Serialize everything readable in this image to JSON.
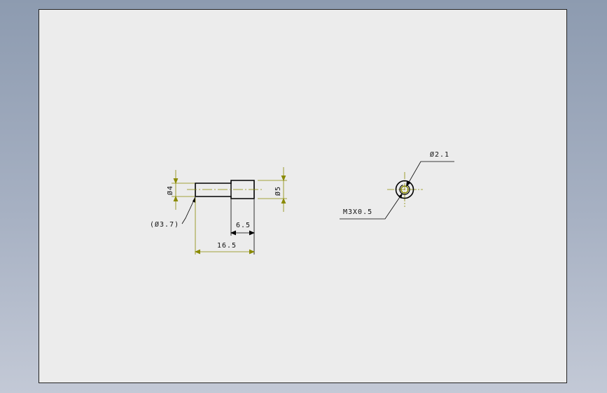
{
  "drawing": {
    "side_view": {
      "dia_small": "Ø4",
      "dia_large": "Ø5",
      "ref_dia": "(Ø3.7)",
      "len_head": "6.5",
      "len_total": "16.5"
    },
    "end_view": {
      "hole_dia": "Ø2.1",
      "thread": "M3X0.5"
    }
  },
  "colors": {
    "sheet": "#ececec",
    "outline": "#000000",
    "dimension": "#8a8a00",
    "text": "#111111"
  }
}
